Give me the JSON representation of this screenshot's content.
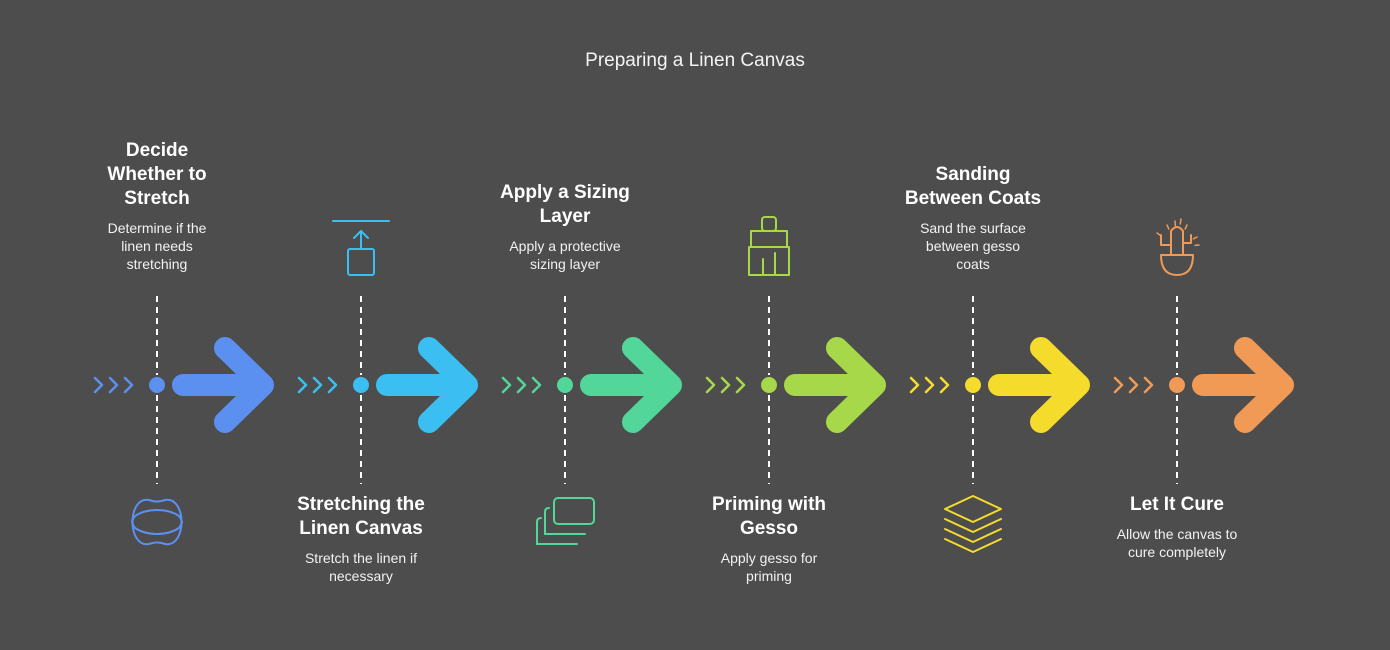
{
  "title": "Preparing a Linen Canvas",
  "steps": [
    {
      "heading": "Decide Whether to Stretch",
      "heading_lines": [
        "Decide",
        "Whether to",
        "Stretch"
      ],
      "description_lines": [
        "Determine if the",
        "linen needs",
        "stretching"
      ],
      "color": "#5b8ff0",
      "icon": "intersecting-circles-icon",
      "label_position": "top"
    },
    {
      "heading": "Stretching the Linen Canvas",
      "heading_lines": [
        "Stretching the",
        "Linen Canvas"
      ],
      "description_lines": [
        "Stretch the linen if",
        "necessary"
      ],
      "color": "#3bbff2",
      "icon": "stretch-up-icon",
      "label_position": "bottom"
    },
    {
      "heading": "Apply a Sizing Layer",
      "heading_lines": [
        "Apply a Sizing",
        "Layer"
      ],
      "description_lines": [
        "Apply a protective",
        "sizing layer"
      ],
      "color": "#52d69a",
      "icon": "layered-squares-icon",
      "label_position": "top"
    },
    {
      "heading": "Priming with Gesso",
      "heading_lines": [
        "Priming with",
        "Gesso"
      ],
      "description_lines": [
        "Apply gesso for",
        "priming"
      ],
      "color": "#a7d84a",
      "icon": "paintbrush-icon",
      "label_position": "bottom"
    },
    {
      "heading": "Sanding Between Coats",
      "heading_lines": [
        "Sanding",
        "Between Coats"
      ],
      "description_lines": [
        "Sand the surface",
        "between gesso",
        "coats"
      ],
      "color": "#f5dc2c",
      "icon": "stacked-layers-icon",
      "label_position": "top"
    },
    {
      "heading": "Let It Cure",
      "heading_lines": [
        "Let It Cure"
      ],
      "description_lines": [
        "Allow the canvas to",
        "cure completely"
      ],
      "color": "#f09a55",
      "icon": "cactus-pot-icon",
      "label_position": "bottom"
    }
  ]
}
